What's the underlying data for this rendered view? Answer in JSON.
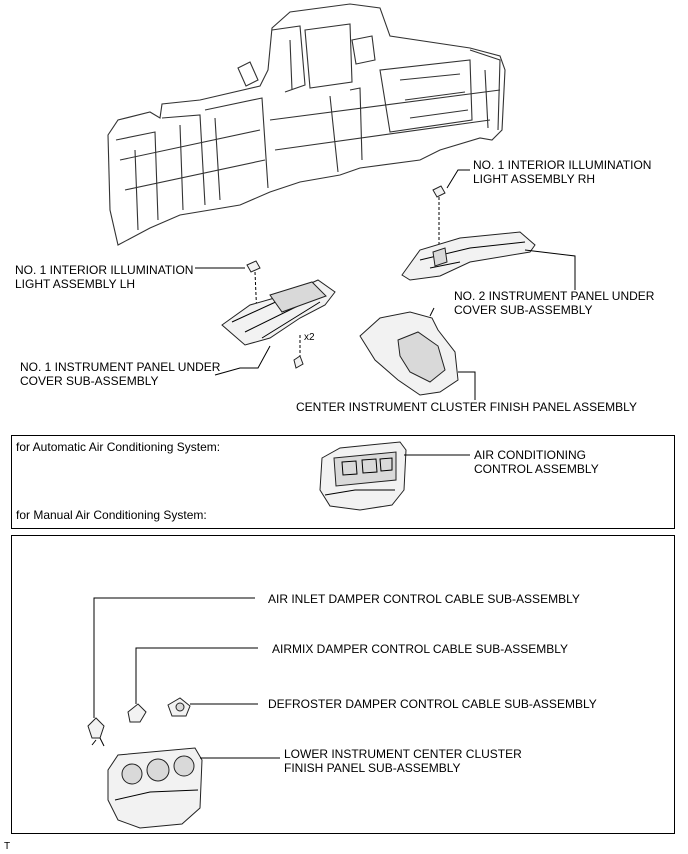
{
  "labels": {
    "light_rh": "NO. 1 INTERIOR ILLUMINATION\nLIGHT ASSEMBLY RH",
    "light_lh": "NO. 1 INTERIOR ILLUMINATION\nLIGHT ASSEMBLY LH",
    "panel_no2": "NO. 2 INSTRUMENT PANEL UNDER\nCOVER SUB-ASSEMBLY",
    "panel_no1": "NO. 1 INSTRUMENT PANEL UNDER\nCOVER SUB-ASSEMBLY",
    "center_finish": "CENTER INSTRUMENT CLUSTER FINISH PANEL ASSEMBLY",
    "x2": "x2",
    "auto_ac": "for Automatic Air Conditioning System:",
    "manual_ac": "for Manual Air Conditioning System:",
    "ac_control": "AIR CONDITIONING\nCONTROL ASSEMBLY",
    "air_inlet": "AIR INLET DAMPER CONTROL CABLE SUB-ASSEMBLY",
    "airmix": "AIRMIX DAMPER CONTROL CABLE SUB-ASSEMBLY",
    "defroster": "DEFROSTER DAMPER CONTROL CABLE SUB-ASSEMBLY",
    "lower_finish": "LOWER INSTRUMENT CENTER CLUSTER\nFINISH PANEL SUB-ASSEMBLY",
    "corner": "T"
  }
}
